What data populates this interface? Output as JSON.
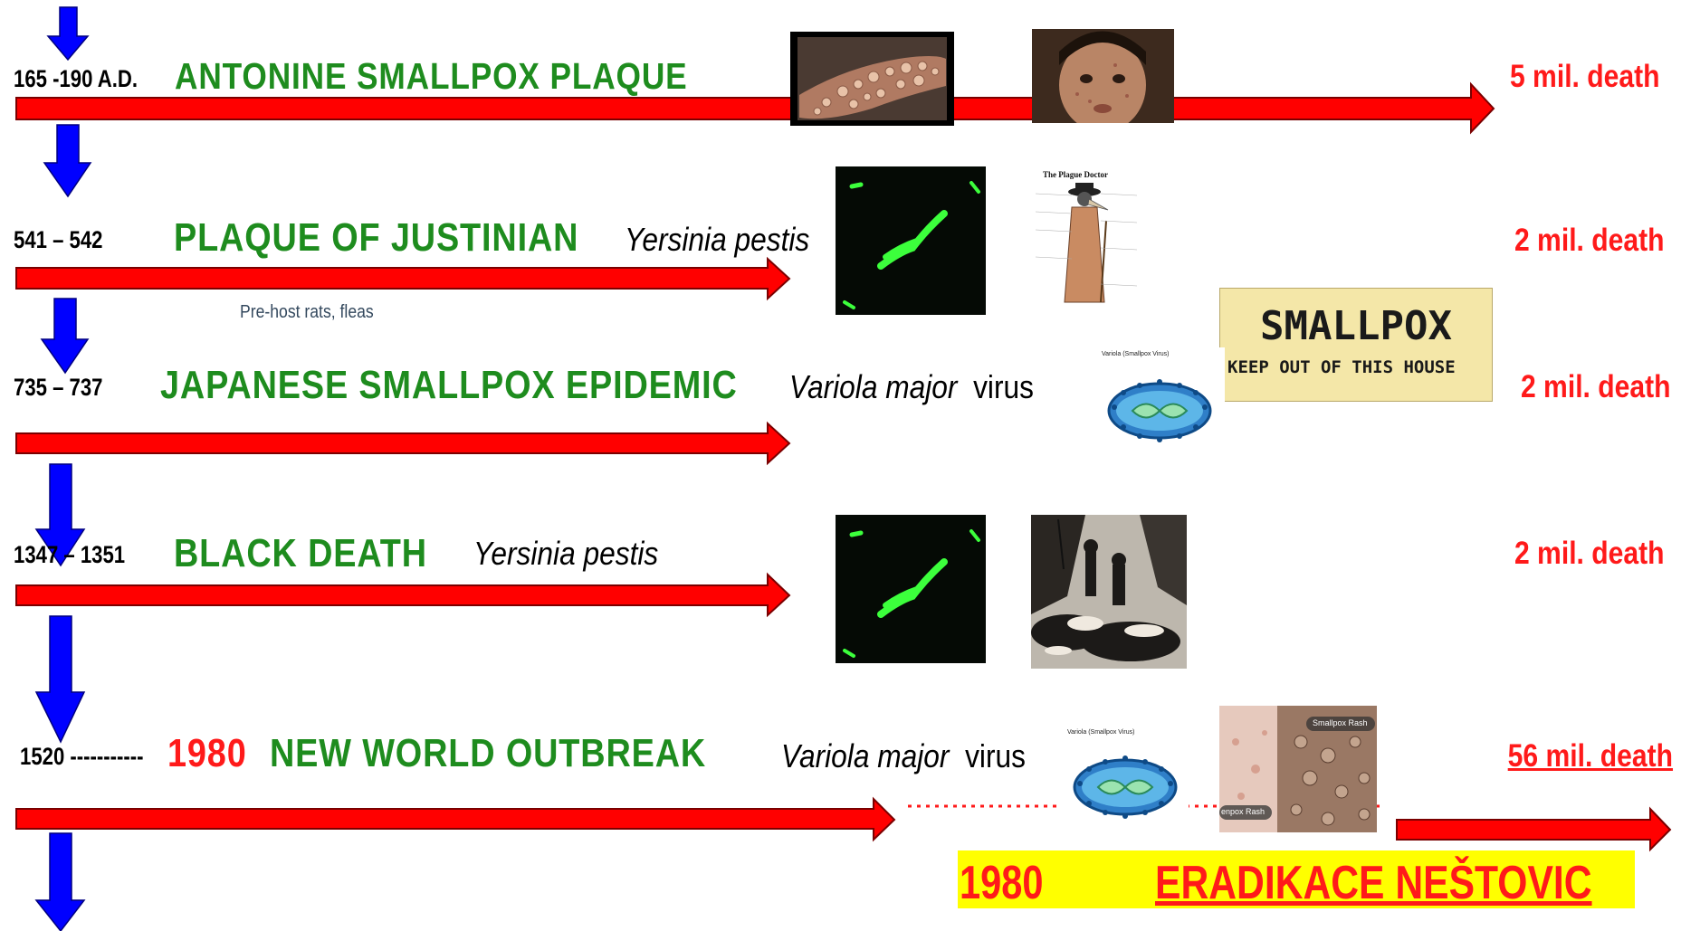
{
  "rows": [
    {
      "date": "165 -190  A.D.",
      "title": "ANTONINE  SMALLPOX  PLAQUE",
      "agent": "",
      "agent_suffix": "",
      "death": "5 mil. death"
    },
    {
      "date": "541 – 542",
      "title": "PLAQUE OF JUSTINIAN",
      "agent": "Yersinia pestis",
      "agent_suffix": "",
      "death": "2 mil. death"
    },
    {
      "date": "735 – 737",
      "title": "JAPANESE  SMALLPOX  EPIDEMIC",
      "agent": "Variola major",
      "agent_suffix": "  virus",
      "death": "2 mil. death"
    },
    {
      "date": "1347 – 1351",
      "title": "BLACK  DEATH",
      "agent": "Yersinia pestis",
      "agent_suffix": "",
      "death": "2 mil. death"
    },
    {
      "date": "1520 -----------",
      "title_year": "1980",
      "title": "NEW   WORLD  OUTBREAK",
      "agent": "Variola major",
      "agent_suffix": "  virus",
      "death": "56 mil. death"
    }
  ],
  "note": "Pre-host rats, fleas",
  "poster": {
    "line1": "SMALLPOX",
    "line2": "KEEP  OUT  OF  THIS  HOUSE"
  },
  "plague_doctor_caption": "The Plague Doctor",
  "variola_caption": "Variola  (Smallpox Virus)",
  "rash_caption_1": "Smallpox Rash",
  "rash_caption_2": "enpox Rash",
  "banner": {
    "year": "1980",
    "text": "ERADIKACE  NEŠTOVIC"
  },
  "colors": {
    "arrow_red": "#ff0000",
    "arrow_blue": "#0000ff",
    "title_green": "#1e8c1e",
    "death_red": "#ff1a1a",
    "banner_yellow": "#ffff00"
  }
}
